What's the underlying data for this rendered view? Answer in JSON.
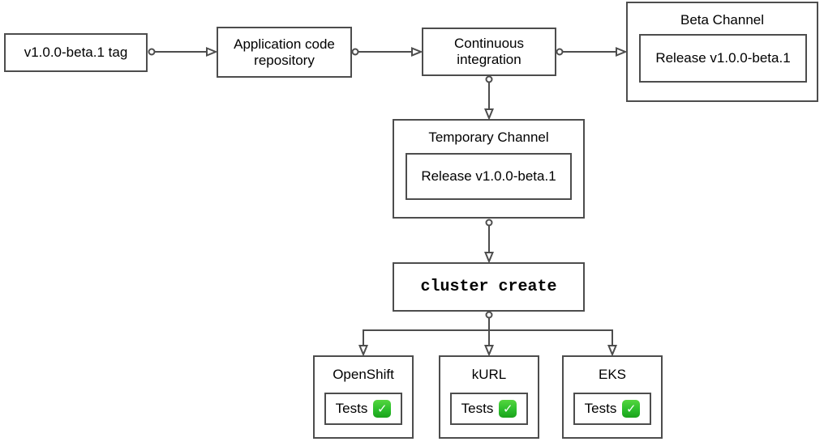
{
  "diagram": {
    "tag": {
      "label": "v1.0.0-beta.1 tag"
    },
    "repo": {
      "label": "Application code repository"
    },
    "ci": {
      "label": "Continuous integration"
    },
    "beta_channel": {
      "title": "Beta Channel",
      "release_label": "Release v1.0.0-beta.1"
    },
    "temp_channel": {
      "title": "Temporary Channel",
      "release_label": "Release v1.0.0-beta.1"
    },
    "cluster_create": {
      "label": "cluster create"
    },
    "clusters": [
      {
        "title": "OpenShift",
        "tests_label": "Tests",
        "status": "passed"
      },
      {
        "title": "kURL",
        "tests_label": "Tests",
        "status": "passed"
      },
      {
        "title": "EKS",
        "tests_label": "Tests",
        "status": "passed"
      }
    ],
    "icons": {
      "check_glyph": "✓"
    },
    "colors": {
      "stroke": "#4d4d4d",
      "text": "#000000",
      "background": "#ffffff",
      "check_green": "#2cbe2c",
      "check_mark": "#ffffff"
    }
  }
}
